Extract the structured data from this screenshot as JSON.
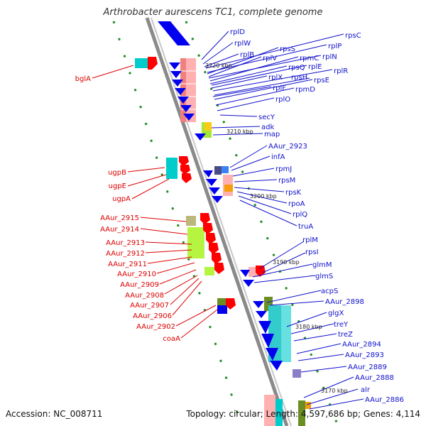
{
  "title": "Arthrobacter aurescens TC1, complete genome",
  "footer": {
    "accession": "Accession: NC_008711",
    "summary": "Topology: circular; Length: 4,597,686 bp; Genes: 4,114"
  },
  "kbp_labels": [
    "3220 kbp",
    "3210 kbp",
    "3200 kbp",
    "3190 kbp",
    "3180 kbp",
    "3170 kbp"
  ],
  "colors": {
    "reverse_arrow": "#ff0000",
    "forward_arrow": "#0000ee",
    "reverse_label": "#dd0000",
    "forward_label": "#1010cc",
    "backbone": "#8a8a8a",
    "tick_green": "#228B22"
  },
  "left_genes": [
    "bglA",
    "ugpB",
    "ugpE",
    "ugpA",
    "AAur_2915",
    "AAur_2914",
    "AAur_2913",
    "AAur_2912",
    "AAur_2911",
    "AAur_2910",
    "AAur_2909",
    "AAur_2908",
    "AAur_2907",
    "AAur_2906",
    "AAur_2902",
    "coaA"
  ],
  "right_genes": [
    "rplD",
    "rpsC",
    "rplW",
    "rplP",
    "rpsS",
    "rplN",
    "rplB",
    "rplV",
    "rpmC",
    "rplE",
    "rpsQ",
    "rplR",
    "rplX",
    "rpsH",
    "rpsE",
    "rplF",
    "rpmD",
    "rplO",
    "secY",
    "adk",
    "map",
    "AAur_2923",
    "infA",
    "rpmJ",
    "rpsM",
    "rpsK",
    "rpoA",
    "rplQ",
    "truA",
    "rplM",
    "rpsI",
    "glmM",
    "glmS",
    "acpS",
    "AAur_2898",
    "glgX",
    "treY",
    "treZ",
    "AAur_2894",
    "AAur_2893",
    "AAur_2889",
    "AAur_2888",
    "alr",
    "AAur_2886"
  ]
}
